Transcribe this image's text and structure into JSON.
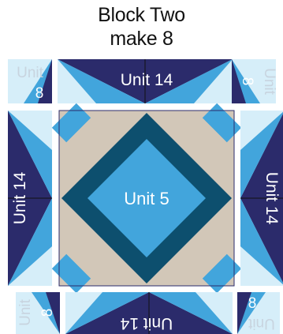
{
  "title": {
    "line1": "Block Two",
    "line2": "make 8"
  },
  "colors": {
    "navy": "#2b2b6b",
    "teal_dark": "#0d4f6e",
    "sky": "#42a5dc",
    "pale": "#d6eef9",
    "beige": "#d2c7b8",
    "label_light": "#c8d4df"
  },
  "units": {
    "top_left": {
      "word": "Unit",
      "number": "8"
    },
    "top_center": "Unit 14",
    "top_right": {
      "word": "Unit",
      "number": "8"
    },
    "left": "Unit 14",
    "center": "Unit 5",
    "right": "Unit 14",
    "bottom_left": {
      "word": "Unit",
      "number": "8"
    },
    "bottom_center": "Unit 14",
    "bottom_right": {
      "word": "Unit",
      "number": "8"
    }
  }
}
